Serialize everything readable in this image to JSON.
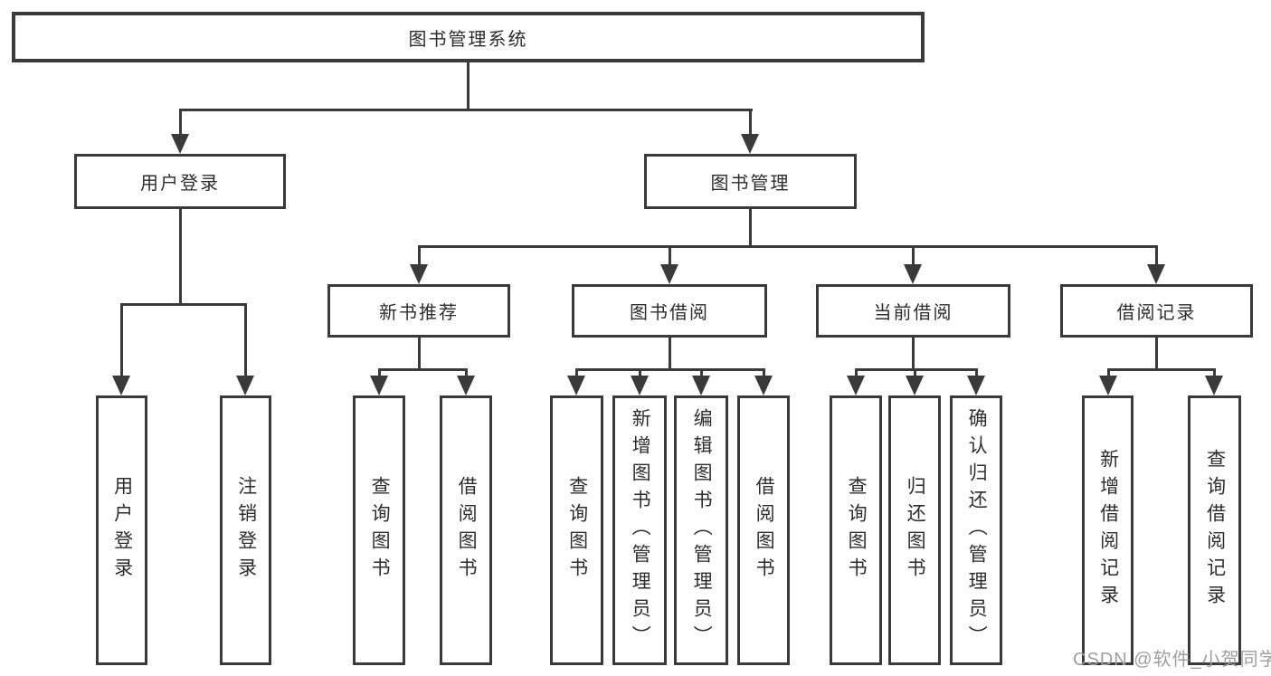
{
  "nodes": {
    "root": "图书管理系统",
    "level2": {
      "user_login": "用户登录",
      "book_mgmt": "图书管理"
    },
    "level3": {
      "new_book_rec": "新书推荐",
      "book_borrow": "图书借阅",
      "current_borrow": "当前借阅",
      "borrow_records": "借阅记录"
    },
    "leaves": {
      "user_login": [
        "用户登录",
        "注销登录"
      ],
      "new_book_rec": [
        "查询图书",
        "借阅图书"
      ],
      "book_borrow": [
        "查询图书",
        "新增图书（管理员）",
        "编辑图书（管理员）",
        "借阅图书"
      ],
      "current_borrow": [
        "查询图书",
        "归还图书",
        "确认归还（管理员）"
      ],
      "borrow_records": [
        "新增借阅记录",
        "查询借阅记录"
      ]
    }
  },
  "watermark": "CSDN @软件_小贺同学",
  "colors": {
    "line": "#3a3a3a",
    "text": "#2d2d2d",
    "watermark": "#9e9e9e"
  }
}
